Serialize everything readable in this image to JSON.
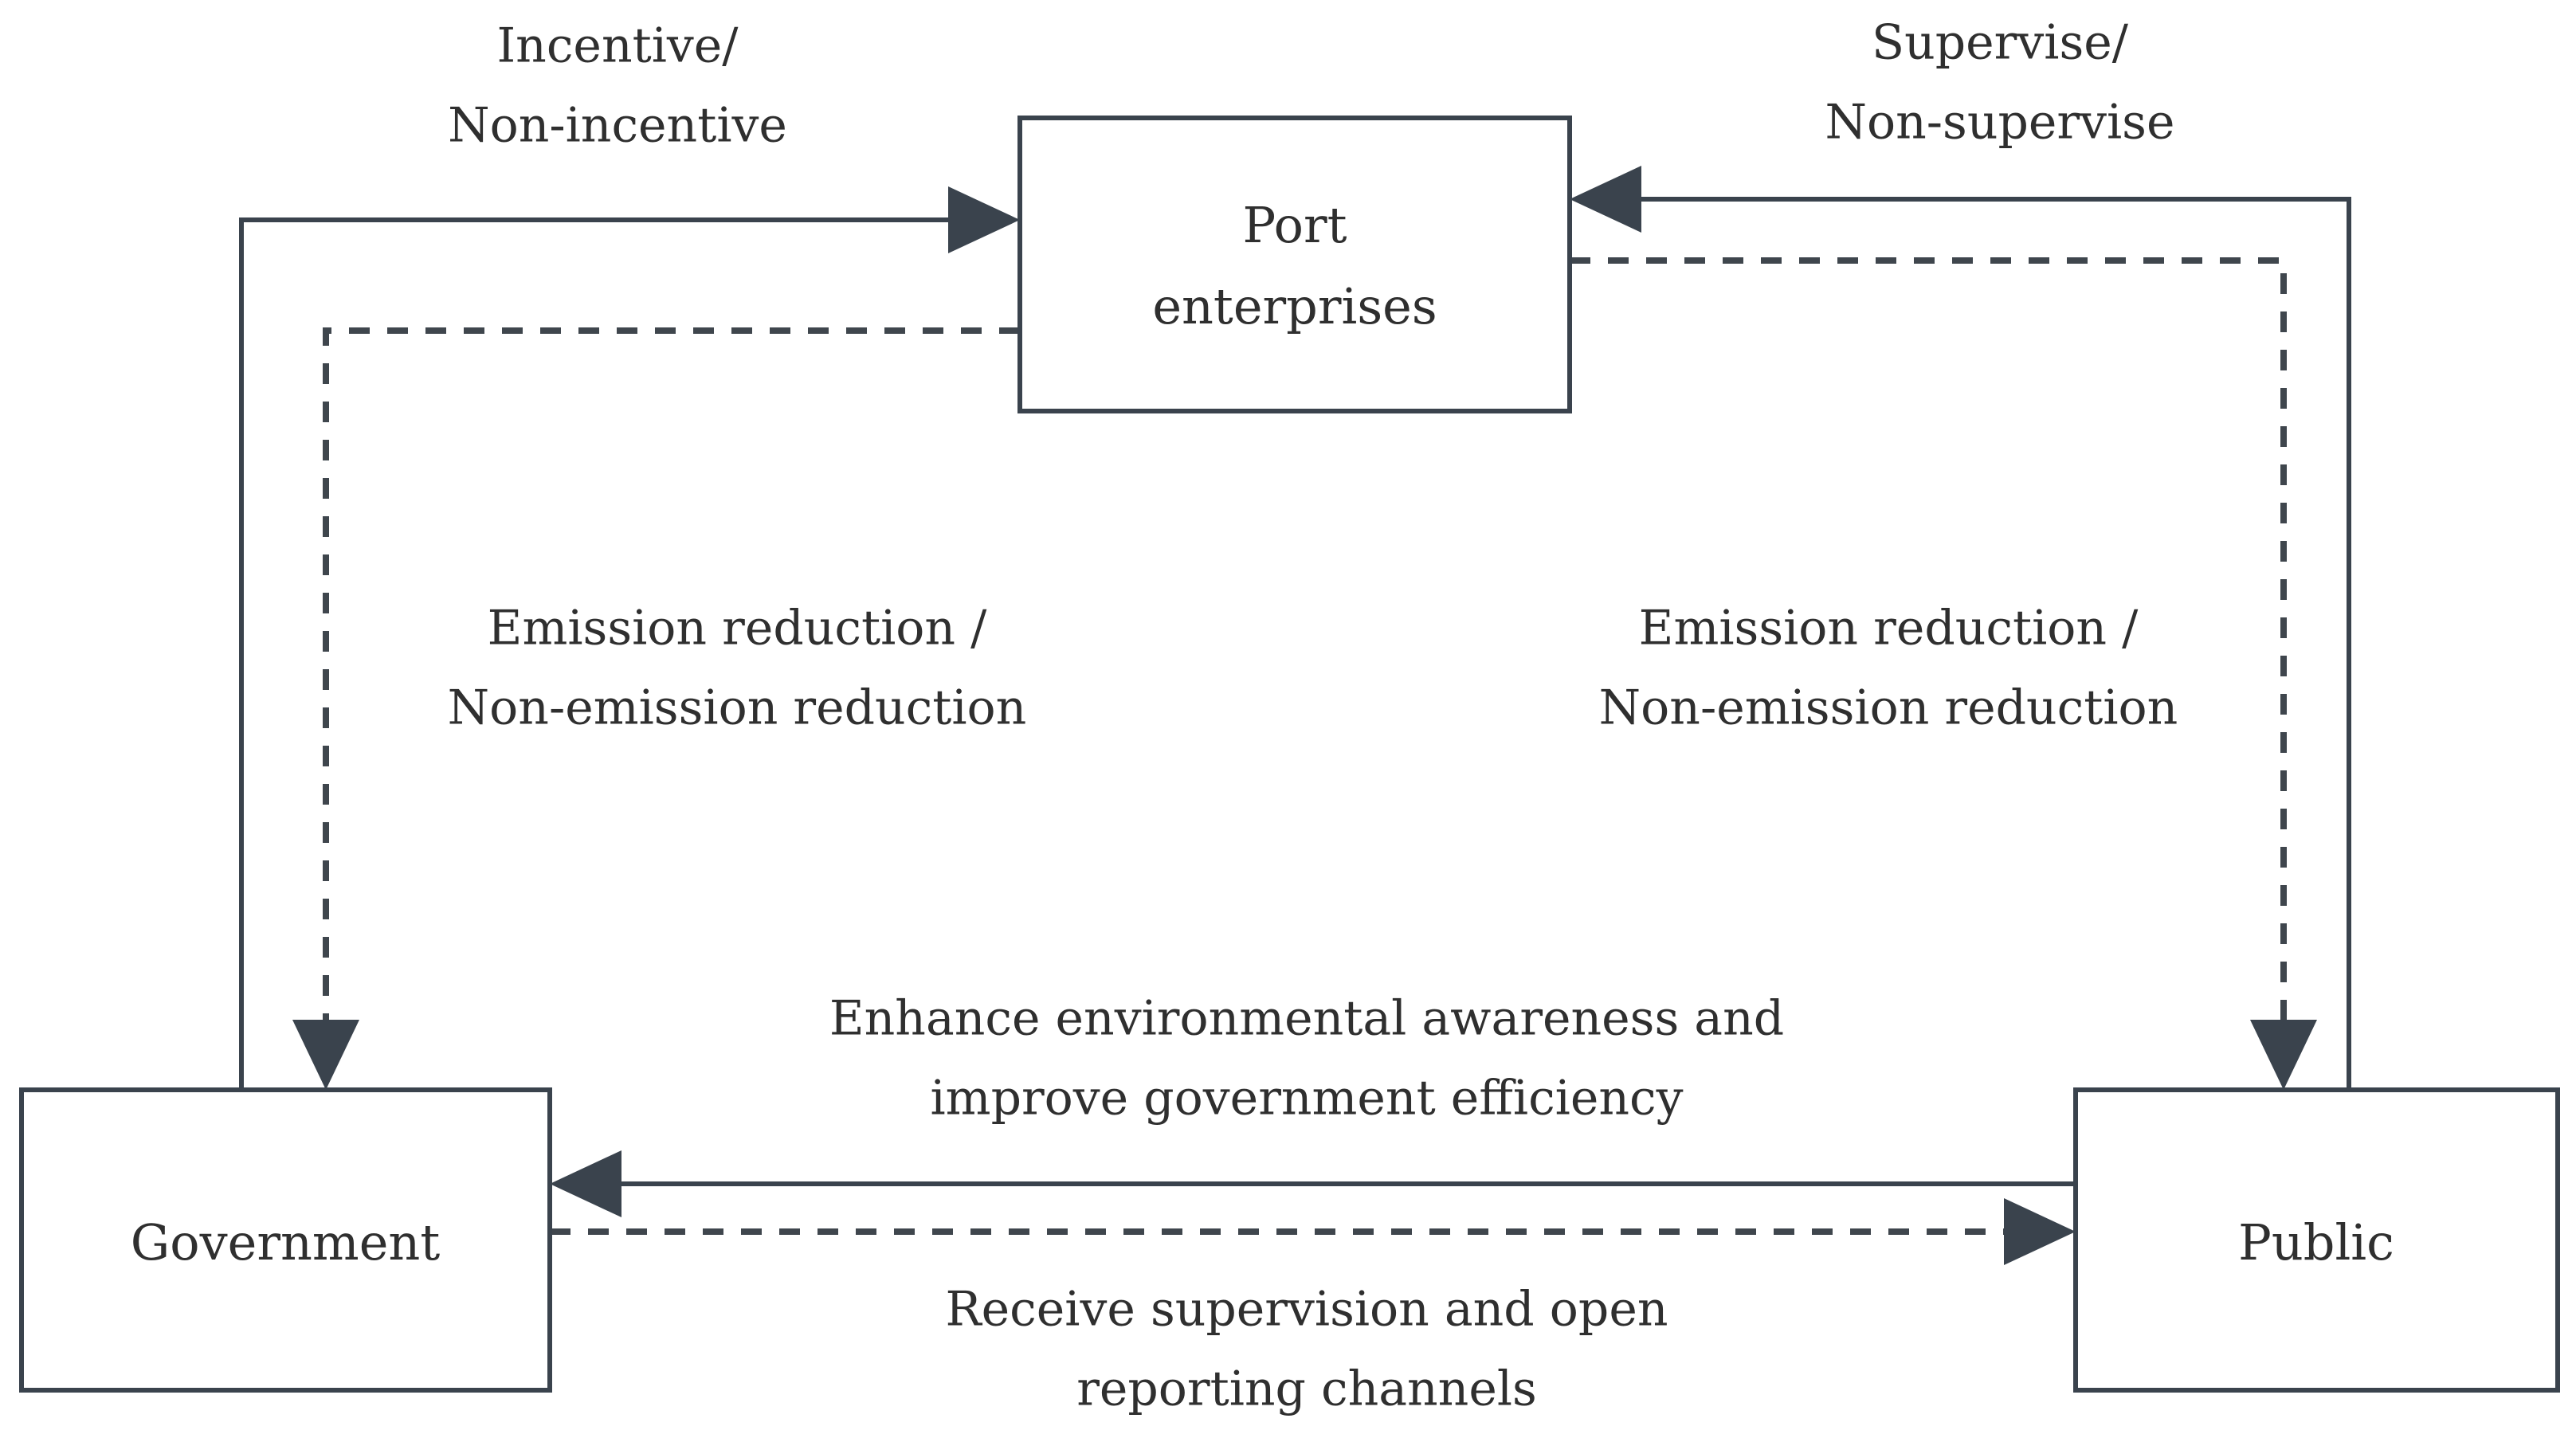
{
  "diagram": {
    "type": "tripartite-evolutionary-game-flow",
    "background_color": "#ffffff",
    "line_color": "#3a434d",
    "text_color": "#2f2f2f",
    "nodes": [
      {
        "id": "port",
        "label_line1": "Port",
        "label_line2": "enterprises"
      },
      {
        "id": "government",
        "label_line1": "Government",
        "label_line2": ""
      },
      {
        "id": "public",
        "label_line1": "Public",
        "label_line2": ""
      }
    ],
    "edges": [
      {
        "id": "gov-to-port-incentive",
        "from": "government",
        "to": "port",
        "style": "solid",
        "label_line1": "Incentive/",
        "label_line2": "Non-incentive"
      },
      {
        "id": "public-to-port-supervise",
        "from": "public",
        "to": "port",
        "style": "solid",
        "label_line1": "Supervise/",
        "label_line2": "Non-supervise"
      },
      {
        "id": "port-to-gov-emission",
        "from": "port",
        "to": "government",
        "style": "dashed",
        "label_line1": "Emission reduction /",
        "label_line2": "Non-emission reduction"
      },
      {
        "id": "port-to-public-emission",
        "from": "port",
        "to": "public",
        "style": "dashed",
        "label_line1": "Emission reduction /",
        "label_line2": "Non-emission reduction"
      },
      {
        "id": "public-to-gov-awareness",
        "from": "public",
        "to": "government",
        "style": "solid",
        "label_line1": "Enhance environmental awareness and",
        "label_line2": "improve government efficiency"
      },
      {
        "id": "gov-to-public-supervision",
        "from": "government",
        "to": "public",
        "style": "dashed",
        "label_line1": "Receive supervision and open",
        "label_line2": "reporting channels"
      }
    ]
  }
}
